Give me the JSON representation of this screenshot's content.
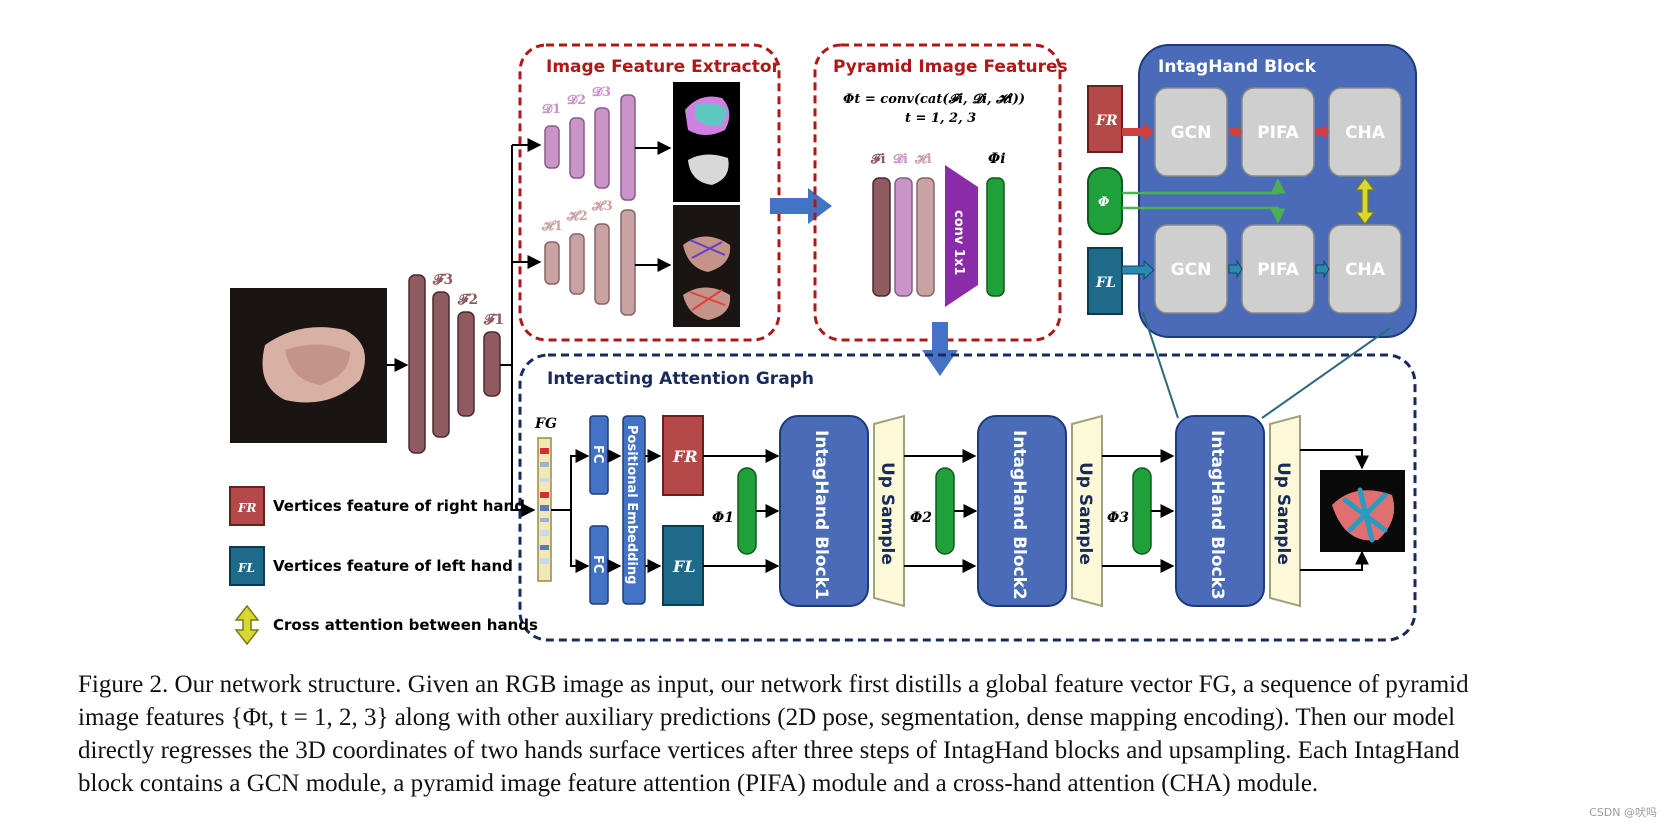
{
  "figure": {
    "extractor_title": "Image Feature Extractor",
    "pyramid_title": "Pyramid Image Features",
    "block_title": "IntagHand Block",
    "graph_title": "Interacting Attention Graph",
    "pyramid_formula": "Φt = conv(cat(𝓕i, 𝓓i, 𝓗i))",
    "pyramid_t": "t = 1, 2, 3",
    "conv_label": "conv 1x1",
    "phi_i": "Φi",
    "f_labels": [
      "𝓕3",
      "𝓕2",
      "𝓕1"
    ],
    "d_labels": [
      "𝓓1",
      "𝓓2",
      "𝓓3"
    ],
    "h_labels": [
      "𝓗1",
      "𝓗2",
      "𝓗3"
    ],
    "fdh_labels": [
      "𝓕i",
      "𝓓i",
      "𝓗i"
    ],
    "fg_label": "FG",
    "fc_label": "FC",
    "pos_emb_label": "Positional Embedding",
    "fr_label": "FR",
    "fl_label": "FL",
    "phi_label": "Φ",
    "phi_labels": [
      "Φ1",
      "Φ2",
      "Φ3"
    ],
    "intaghand_blocks": [
      "IntagHand Block1",
      "IntagHand Block2",
      "IntagHand Block3"
    ],
    "upsample_label": "Up Sample",
    "module_labels": [
      "GCN",
      "PIFA",
      "CHA"
    ],
    "legend": {
      "right": "Vertices feature of right hand",
      "left": "Vertices feature of left hand",
      "cross": "Cross attention between hands"
    },
    "colors": {
      "red_dash": "#b01818",
      "navy_dash": "#1a2a5c",
      "blue": "#4a6cb8",
      "green": "#1fa03a",
      "purple": "#8a2ca8",
      "fr": "#b54848",
      "fl": "#1e6a8a",
      "feature_bar": "#8f5a60",
      "d_bar": "#c994c8",
      "h_bar": "#c9a3a3",
      "yellow": "#fbf9d8"
    }
  },
  "caption": {
    "lines": [
      "Figure 2. Our network structure. Given an RGB image as input, our network first distills a global feature vector FG, a sequence of pyramid",
      "image features {Φt, t = 1, 2, 3} along with other auxiliary predictions (2D pose, segmentation, dense mapping encoding). Then our model",
      "directly regresses the 3D coordinates of two hands surface vertices after three steps of IntagHand blocks and upsampling. Each IntagHand",
      "block contains a GCN module, a pyramid image feature attention (PIFA) module and a cross-hand attention (CHA) module."
    ]
  },
  "watermark": "CSDN @吠吗"
}
